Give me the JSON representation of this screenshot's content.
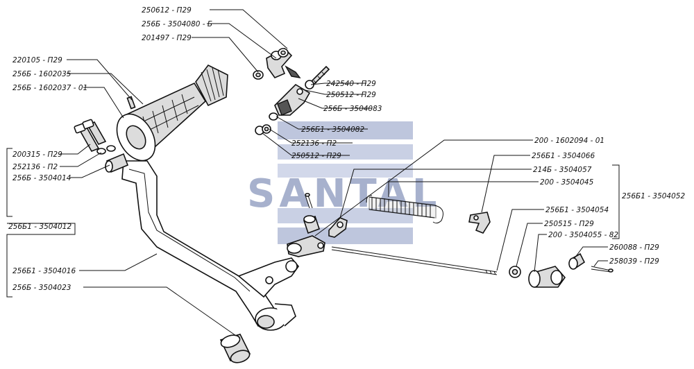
{
  "watermark": {
    "text": "SANTAL",
    "color": "#8a98bd"
  },
  "labels": {
    "l250612_p29": "250612 - П29",
    "l256b_3504080_b": "256Б - 3504080 - Б",
    "l201497_p29": "201497 - П29",
    "l220105_p29": "220105 - П29",
    "l256b_1602035": "256Б - 1602035",
    "l256b_1602037_01": "256Б - 1602037 - 01",
    "l242540_p29": "242540 - П29",
    "l250512_p29_a": "250512 - П29",
    "l256b_3504083": "256Б - 3504083",
    "l256b1_3504082": "256Б1 - 3504082",
    "l252136_p2_a": "252136 - П2",
    "l250512_p29_b": "250512 - П29",
    "l200315_p29": "200315 - П29",
    "l252136_p2_b": "252136 - П2",
    "l256b_3504014": "256Б - 3504014",
    "l200_1602094_01": "200 - 1602094 - 01",
    "l256b1_3504066": "256Б1 - 3504066",
    "l214b_3504057": "214Б - 3504057",
    "l200_3504045": "200 - 3504045",
    "l256b1_3504052": "256Б1 - 3504052",
    "l256b1_3504012": "256Б1 - 3504012",
    "l256b1_3504054": "256Б1 - 3504054",
    "l250515_p29": "250515 - П29",
    "l200_3504055_82": "200 - 3504055 - 82",
    "l260088_p29": "260088 - П29",
    "l258039_p29": "258039 - П29",
    "l256b1_3504016": "256Б1 - 3504016",
    "l256b_3504023": "256Б - 3504023"
  }
}
